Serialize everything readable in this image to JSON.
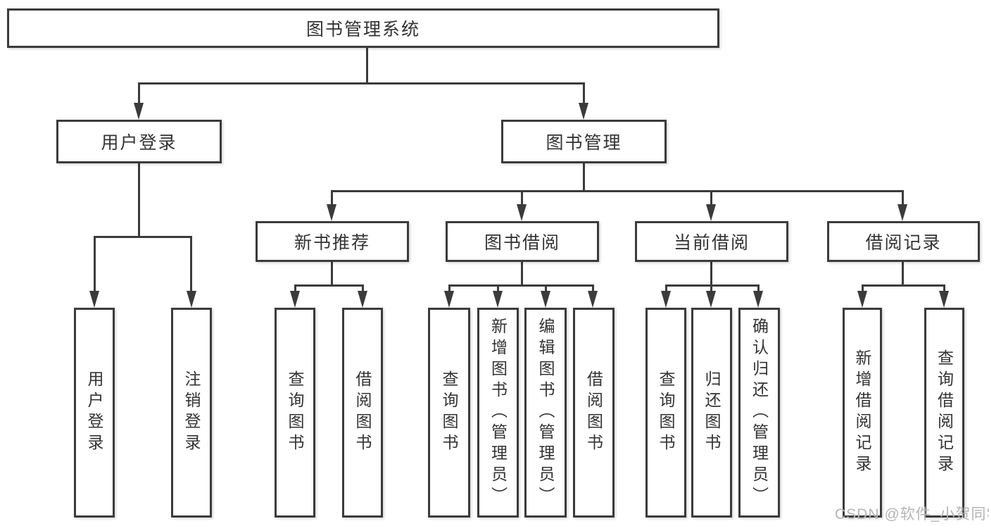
{
  "diagram": {
    "title": "图书管理系统",
    "watermark": "CSDN @软件_小贺同学",
    "colors": {
      "line": "#3b3b3b",
      "text": "#333333",
      "background": "#ffffff",
      "watermark": "#b5b5b5"
    },
    "nodes": {
      "root": {
        "label": "图书管理系统"
      },
      "user_login": {
        "label": "用户登录"
      },
      "book_mgmt": {
        "label": "图书管理"
      },
      "new_book_rec": {
        "label": "新书推荐"
      },
      "book_borrow": {
        "label": "图书借阅"
      },
      "current_borrow": {
        "label": "当前借阅"
      },
      "borrow_records": {
        "label": "借阅记录"
      },
      "leaf_user_login": {
        "label": "用户登录"
      },
      "leaf_logout": {
        "label": "注销登录"
      },
      "leaf_query_books_newrec": {
        "label": "查询图书"
      },
      "leaf_borrow_books_newrec": {
        "label": "借阅图书"
      },
      "leaf_query_books_borrow": {
        "label": "查询图书"
      },
      "leaf_add_books_admin": {
        "label": "新增图书（管理员）"
      },
      "leaf_edit_books_admin": {
        "label": "编辑图书（管理员）"
      },
      "leaf_borrow_books_borrow": {
        "label": "借阅图书"
      },
      "leaf_query_books_current": {
        "label": "查询图书"
      },
      "leaf_return_books": {
        "label": "归还图书"
      },
      "leaf_confirm_return_admin": {
        "label": "确认归还（管理员）"
      },
      "leaf_add_borrow_record": {
        "label": "新增借阅记录"
      },
      "leaf_query_borrow_record": {
        "label": "查询借阅记录"
      }
    }
  }
}
